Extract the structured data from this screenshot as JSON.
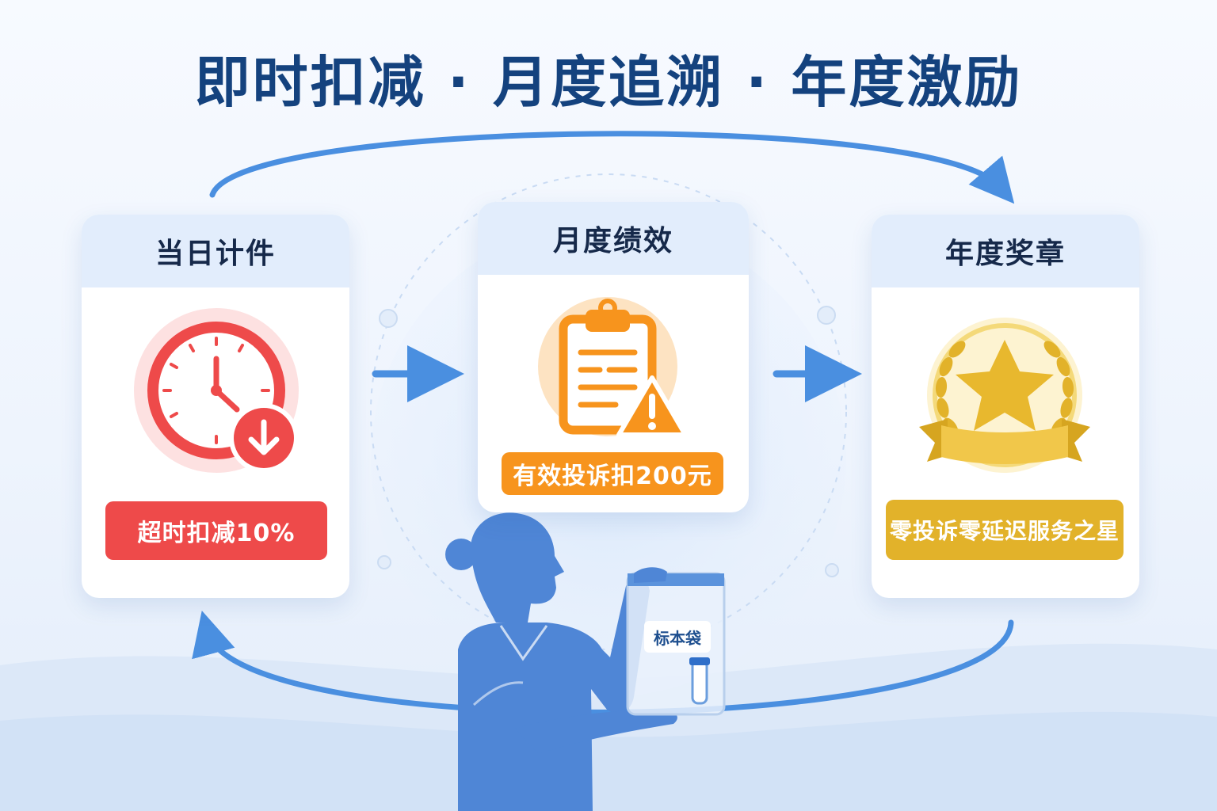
{
  "headline": "即时扣减 · 月度追溯 · 年度激励",
  "cards": {
    "daily": {
      "title": "当日计件",
      "tag": "超时扣减10%",
      "icon": "clock-down-arrow-icon"
    },
    "monthly": {
      "title": "月度绩效",
      "tag": "有效投诉扣200元",
      "icon": "clipboard-warning-icon"
    },
    "annual": {
      "title": "年度奖章",
      "tag": "零投诉零延迟服务之星",
      "icon": "star-medal-icon"
    }
  },
  "illustration": {
    "bag_label": "标本袋"
  },
  "colors": {
    "title": "#14427e",
    "arrow": "#4a8fe0",
    "daily_accent": "#ee4a4a",
    "monthly_accent": "#f7941d",
    "annual_accent": "#e2b22a",
    "person": "#4f86d6"
  }
}
